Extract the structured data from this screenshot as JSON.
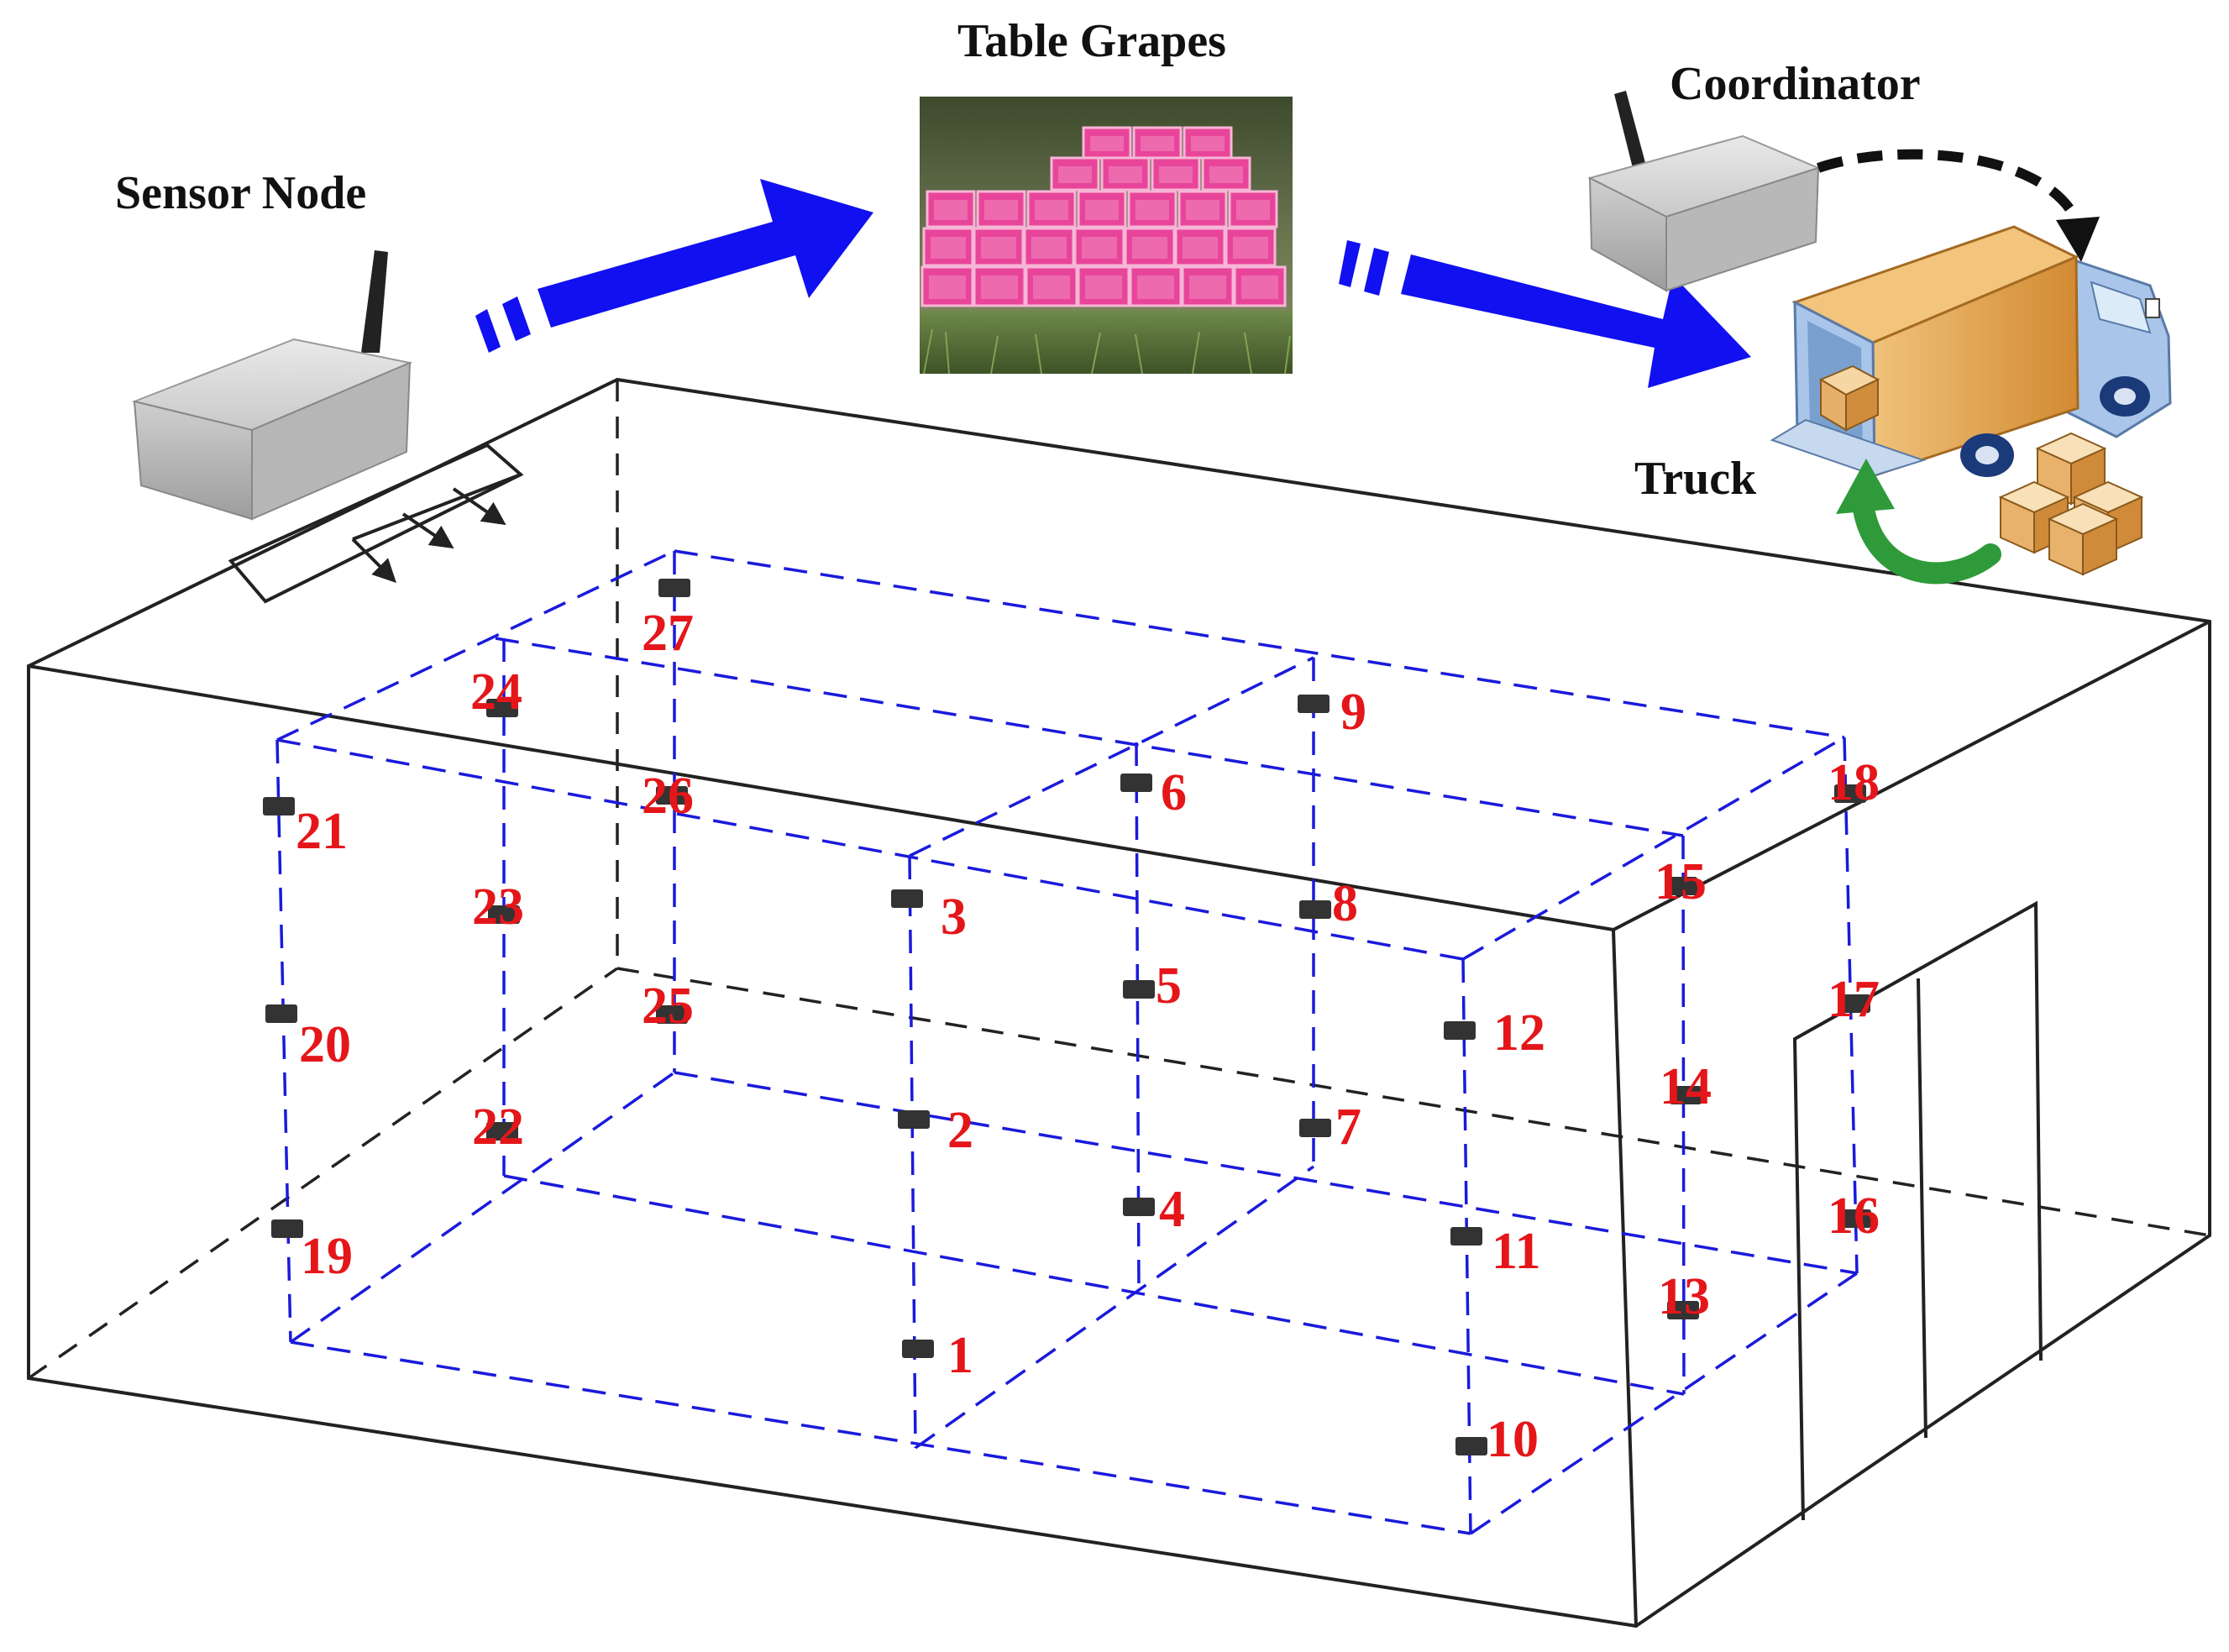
{
  "labels": {
    "sensor_node": "Sensor Node",
    "table_grapes": "Table Grapes",
    "coordinator": "Coordinator",
    "truck": "Truck"
  },
  "sensors": [
    "1",
    "2",
    "3",
    "4",
    "5",
    "6",
    "7",
    "8",
    "9",
    "10",
    "11",
    "12",
    "13",
    "14",
    "15",
    "16",
    "17",
    "18",
    "19",
    "20",
    "21",
    "22",
    "23",
    "24",
    "25",
    "26",
    "27"
  ],
  "colors": {
    "room_lines": "#222222",
    "grid_lines": "#1a1adc",
    "arrows": "#1010f0",
    "sensor_numbers": "#e4161a",
    "sensor_marker": "#333333",
    "grape_boxes": "#e8459a",
    "truck_box": "#e3a145",
    "truck_cab": "#a9c6ea",
    "curved_arrow": "#2f9a3a"
  },
  "icons": [
    "sensor-node-device-icon",
    "coordinator-device-icon",
    "truck-icon",
    "cargo-boxes-icon",
    "flow-arrow-icon"
  ]
}
